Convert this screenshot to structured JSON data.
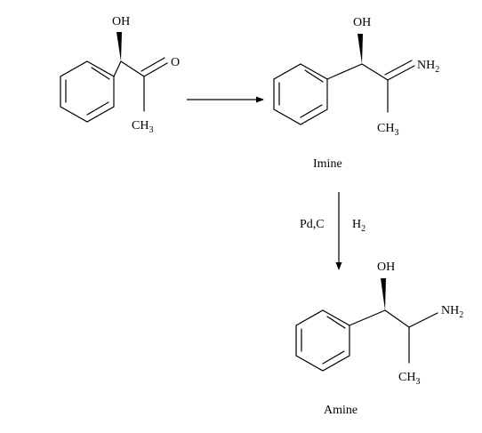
{
  "molecules": {
    "ketone": {
      "oh": "OH",
      "o": "O",
      "ch": "CH",
      "three": "3"
    },
    "imine": {
      "oh": "OH",
      "nh": "NH",
      "two": "2",
      "ch": "CH",
      "three": "3",
      "caption": "Imine"
    },
    "amine": {
      "oh": "OH",
      "nh": "NH",
      "two": "2",
      "ch": "CH",
      "three": "3",
      "caption": "Amine"
    }
  },
  "reaction": {
    "catalyst": "Pd,C",
    "reagent_h": "H",
    "reagent_sub": "2"
  }
}
